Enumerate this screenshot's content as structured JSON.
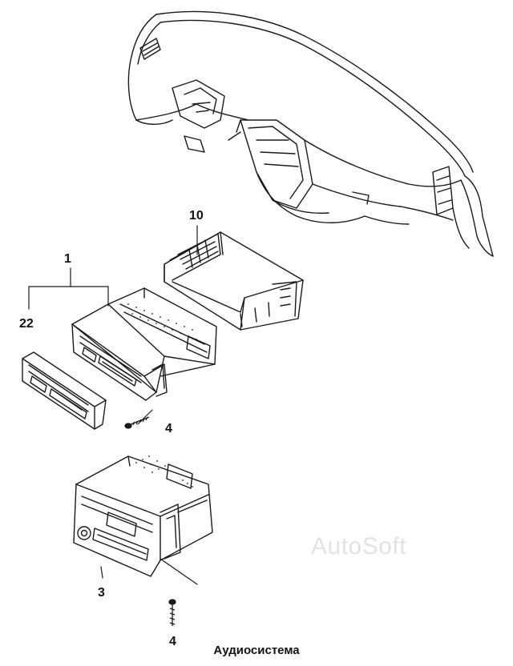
{
  "caption": "Аудиосистема",
  "watermark": "AutoSoft",
  "callouts": {
    "unit_top": "1",
    "faceplate": "22",
    "bracket": "10",
    "screw_top": "4",
    "unit_bottom": "3",
    "screw_bottom": "4"
  }
}
